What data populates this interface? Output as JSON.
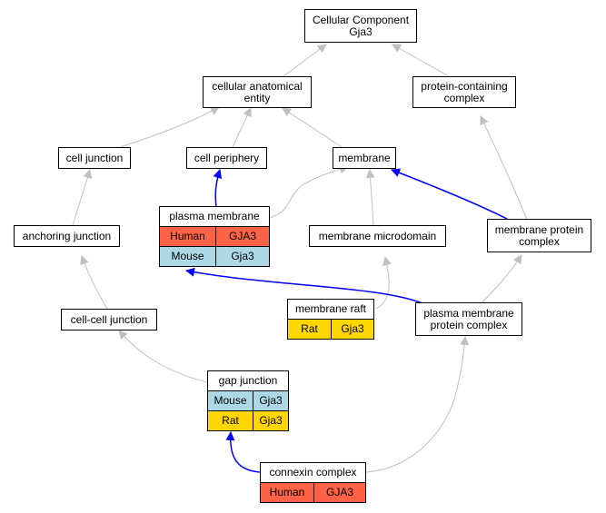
{
  "colors": {
    "human": "#ff6347",
    "mouse": "#add8e6",
    "rat": "#ffd700",
    "edge_gray": "#c0c0c0",
    "edge_blue": "#0000ff"
  },
  "nodes": {
    "cellular_component": {
      "line1": "Cellular Component",
      "line2": "Gja3"
    },
    "cellular_anatomical_entity": {
      "line1": "cellular anatomical",
      "line2": "entity"
    },
    "protein_containing_complex": {
      "line1": "protein-containing",
      "line2": "complex"
    },
    "cell_junction": {
      "label": "cell junction"
    },
    "cell_periphery": {
      "label": "cell periphery"
    },
    "membrane": {
      "label": "membrane"
    },
    "plasma_membrane": {
      "label": "plasma membrane",
      "rows": [
        {
          "species": "Human",
          "gene": "GJA3"
        },
        {
          "species": "Mouse",
          "gene": "Gja3"
        }
      ]
    },
    "anchoring_junction": {
      "label": "anchoring junction"
    },
    "membrane_microdomain": {
      "label": "membrane microdomain"
    },
    "membrane_protein_complex": {
      "line1": "membrane protein",
      "line2": "complex"
    },
    "cell_cell_junction": {
      "label": "cell-cell junction"
    },
    "membrane_raft": {
      "label": "membrane raft",
      "rows": [
        {
          "species": "Rat",
          "gene": "Gja3"
        }
      ]
    },
    "plasma_membrane_protein_complex": {
      "line1": "plasma membrane",
      "line2": "protein complex"
    },
    "gap_junction": {
      "label": "gap junction",
      "rows": [
        {
          "species": "Mouse",
          "gene": "Gja3"
        },
        {
          "species": "Rat",
          "gene": "Gja3"
        }
      ]
    },
    "connexin_complex": {
      "label": "connexin complex",
      "rows": [
        {
          "species": "Human",
          "gene": "GJA3"
        }
      ]
    }
  }
}
